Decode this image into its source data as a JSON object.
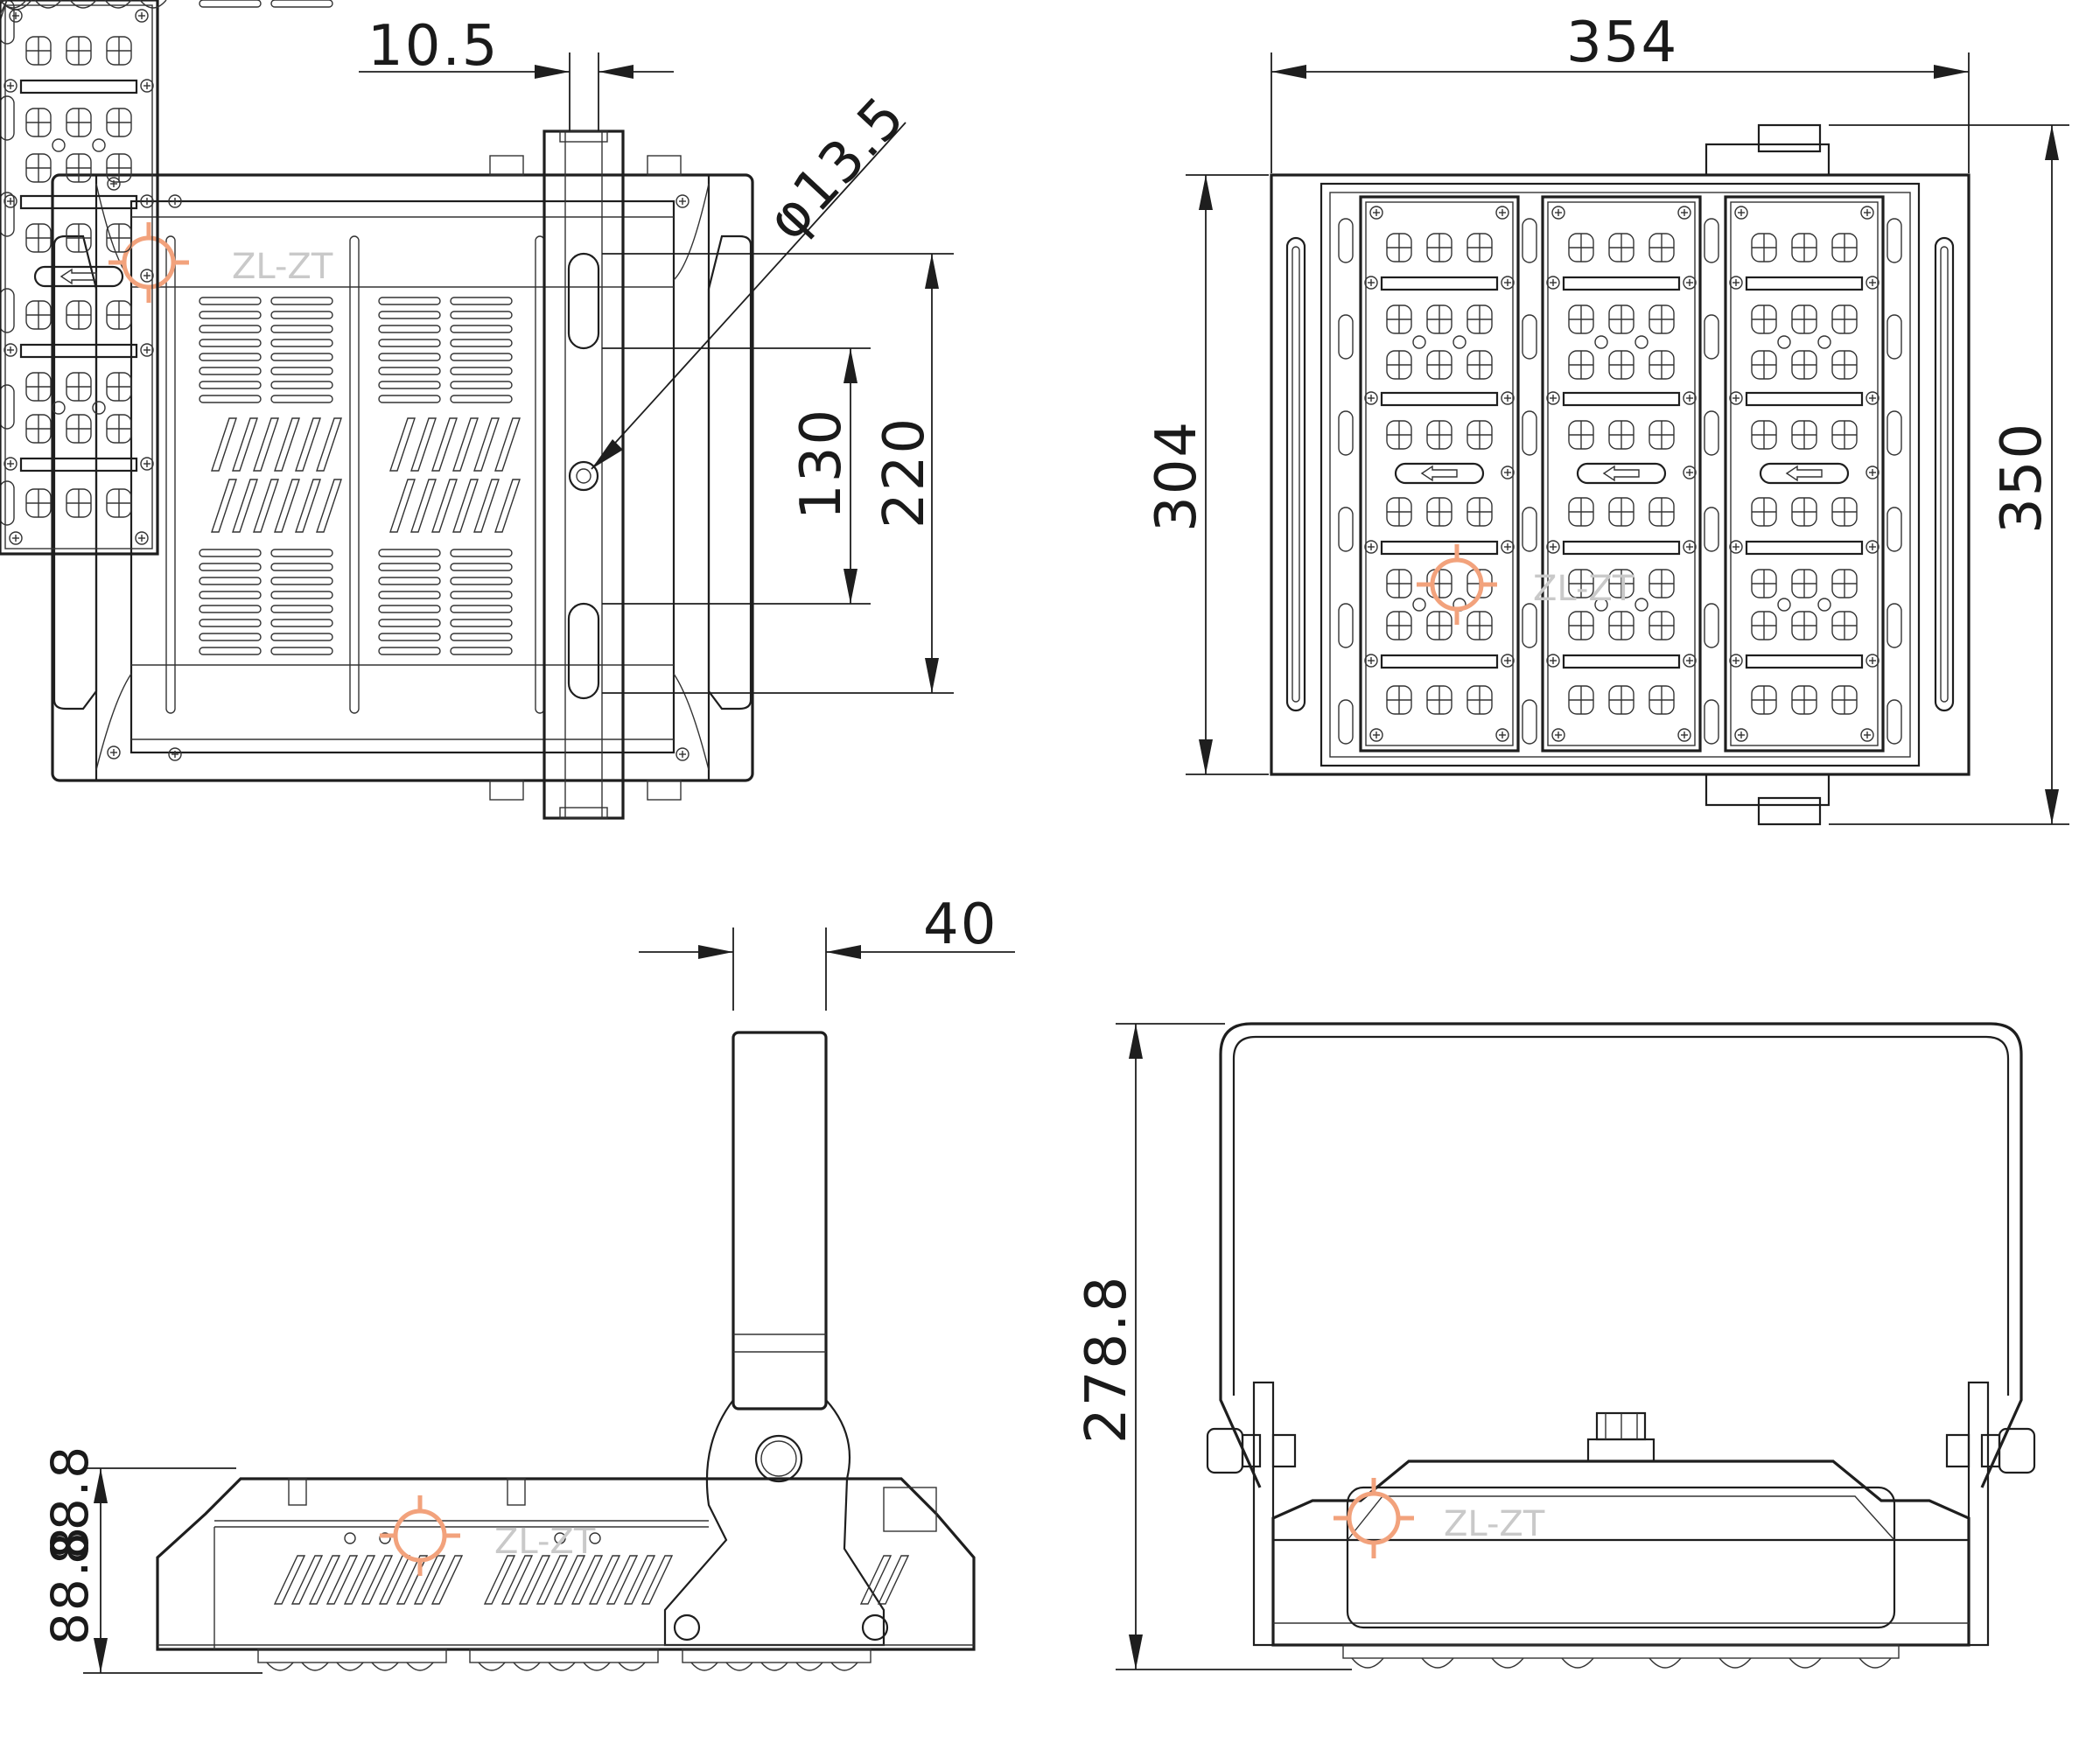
{
  "watermark": {
    "text": "ZL-ZT",
    "logo_color": "#f2a27c",
    "text_color": "#c9c9c9"
  },
  "dimensions": {
    "top_left_view": {
      "slot_width": "10.5",
      "hole_diameter": "φ13.5",
      "slot_spacing": "130",
      "slot_outer": "220"
    },
    "top_right_view": {
      "width": "354",
      "body_height": "304",
      "overall_height": "350"
    },
    "bottom_left_view": {
      "bracket_width": "40",
      "body_height_a": "88.8",
      "body_height_b": "88.8"
    },
    "bottom_right_view": {
      "overall_height": "278.8"
    }
  },
  "colors": {
    "line": "#1e1e1e",
    "background": "#ffffff"
  }
}
